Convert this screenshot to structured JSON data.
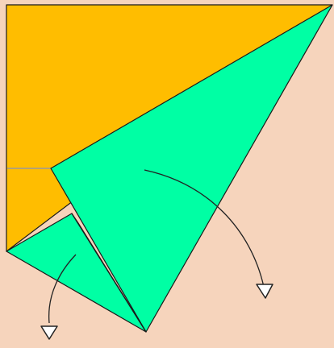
{
  "colors": {
    "background": "#f6d4bc",
    "paper_back": "#ffbd00",
    "paper_front": "#00ffa4",
    "outline": "#1a1a1a",
    "crease": "#9a9a9a",
    "arrow_fill": "#ffffff"
  },
  "steps": [
    {
      "name": "main-flap-fold",
      "direction": "down-right",
      "type": "fold"
    },
    {
      "name": "left-flap-fold",
      "direction": "down-left",
      "type": "fold"
    }
  ]
}
